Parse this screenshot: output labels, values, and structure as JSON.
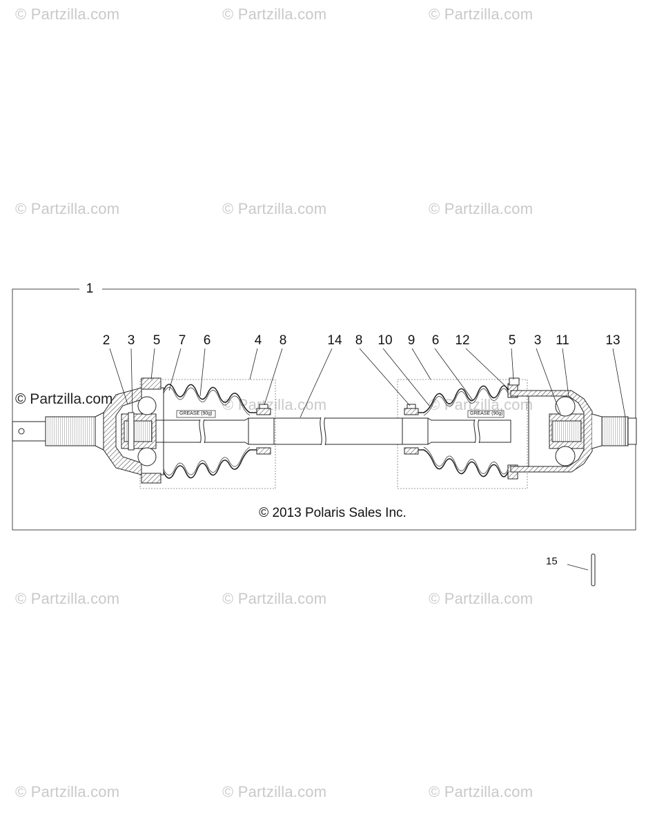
{
  "watermark": {
    "text": "© Partzilla.com"
  },
  "diagram": {
    "assembly_label": "1",
    "callouts": [
      "2",
      "3",
      "5",
      "7",
      "6",
      "4",
      "8",
      "14",
      "8",
      "10",
      "9",
      "6",
      "12",
      "5",
      "3",
      "11",
      "13"
    ],
    "separate_part_label": "15",
    "grease_label_left": "GREASE (90g)",
    "grease_label_right": "GREASE (90g)",
    "copyright": "© 2013 Polaris Sales Inc."
  }
}
